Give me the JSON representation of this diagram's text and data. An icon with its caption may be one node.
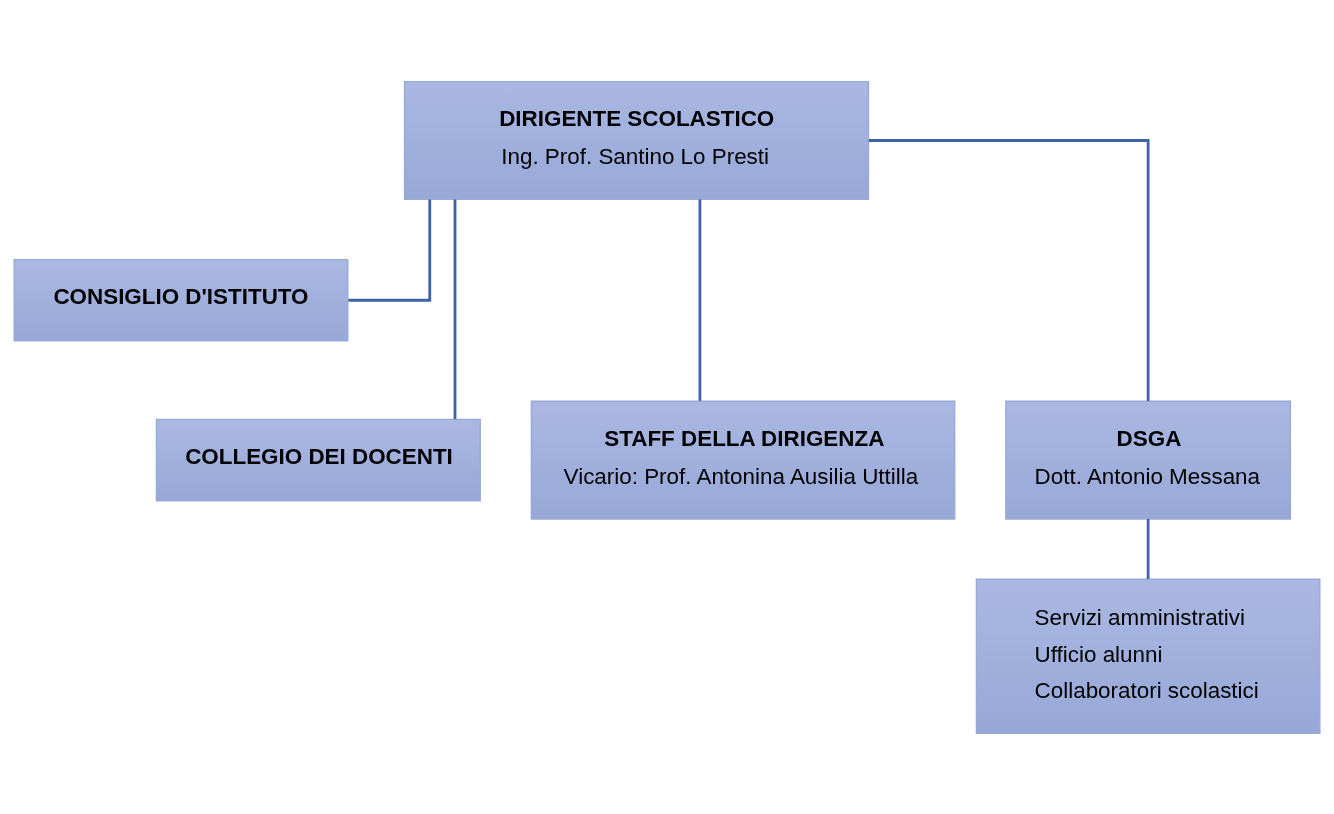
{
  "diagram": {
    "nodes": [
      {
        "text": [
          "DIRIGENTE SCOLASTICO",
          "Ing. Prof. Santino Lo Presti"
        ]
      },
      {
        "text": [
          "CONSIGLIO D'ISTITUTO"
        ]
      },
      {
        "text": [
          "COLLEGIO DEI DOCENTI"
        ]
      },
      {
        "text": [
          "STAFF DELLA DIRIGENZA",
          "Vicario: Prof. Antonina Ausilia Uttilla"
        ]
      },
      {
        "text": [
          "DSGA",
          "Dott. Antonio Messana"
        ]
      },
      {
        "text": [
          "Servizi amministrativi",
          "Ufficio alunni",
          "Collaboratori scolastici"
        ]
      }
    ],
    "edges": [
      {
        "from": 0,
        "to": 1,
        "arrow": "none"
      },
      {
        "from": 0,
        "to": 2,
        "arrow": "none"
      },
      {
        "from": 0,
        "to": 3,
        "arrow": "none"
      },
      {
        "from": 0,
        "to": 4,
        "arrow": "none"
      },
      {
        "from": 4,
        "to": 5,
        "arrow": "none"
      }
    ]
  }
}
